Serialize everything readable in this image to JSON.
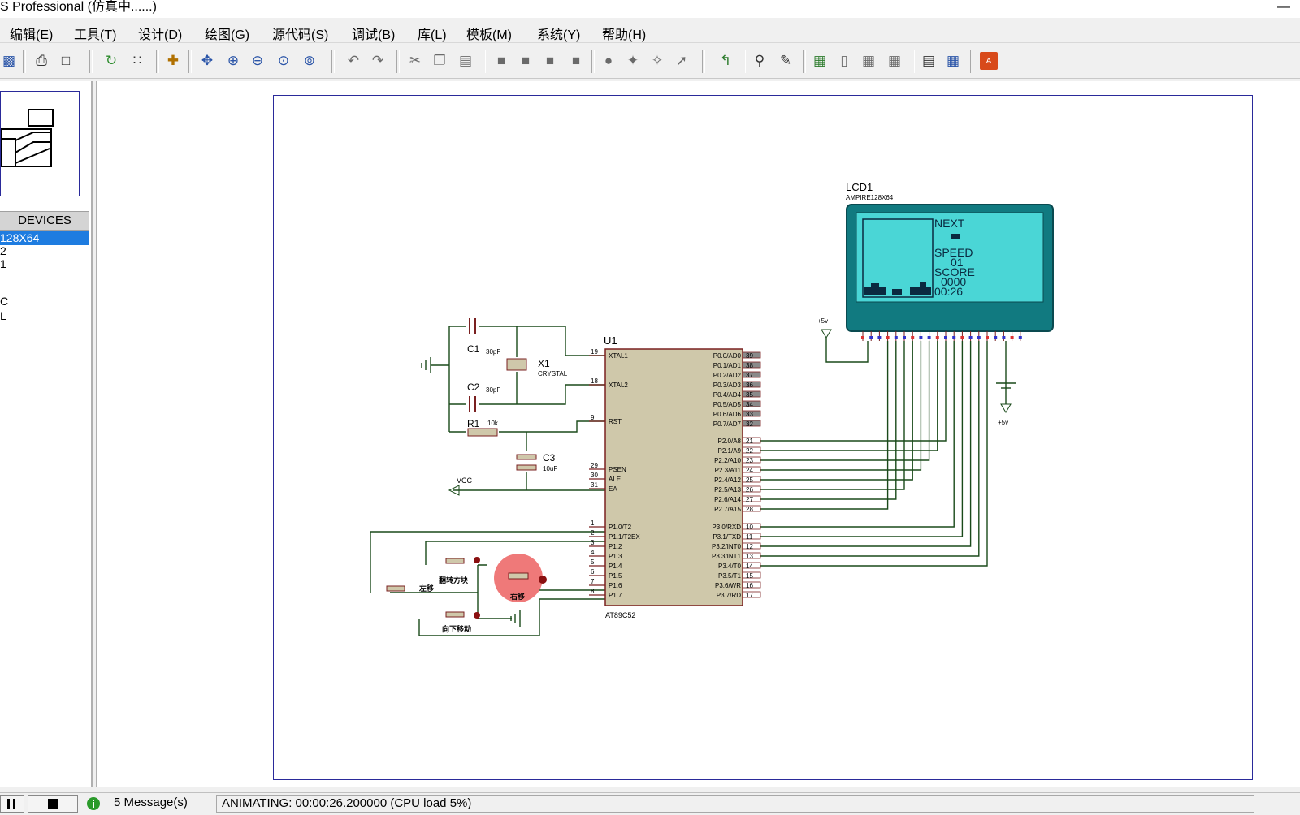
{
  "window": {
    "title": "S Professional (仿真中......)",
    "minimize_glyph": "—"
  },
  "menu": [
    "编辑(E)",
    "工具(T)",
    "设计(D)",
    "绘图(G)",
    "源代码(S)",
    "调试(B)",
    "库(L)",
    "模板(M)",
    "系统(Y)",
    "帮助(H)"
  ],
  "toolbar_icons": [
    "print-icon",
    "page-setup-icon",
    "refresh-icon",
    "grid-icon",
    "origin-icon",
    "pan-icon",
    "zoom-in-icon",
    "zoom-out-icon",
    "zoom-all-icon",
    "zoom-area-icon",
    "undo-icon",
    "redo-icon",
    "cut-icon",
    "copy-icon",
    "paste-icon",
    "block-copy-icon",
    "block-move-icon",
    "block-rotate-icon",
    "block-delete-icon",
    "pick-device-icon",
    "make-device-icon",
    "packaging-icon",
    "decompose-icon",
    "wire-autorouter-icon",
    "search-icon",
    "property-assign-icon",
    "netlist-icon",
    "bill-of-materials-icon",
    "electrical-check-icon",
    "netlist-ares-icon",
    "design-explorer-icon",
    "ares-icon"
  ],
  "devices": {
    "header": "DEVICES",
    "items": [
      "128X64",
      "2",
      "1",
      "",
      "C",
      "L"
    ],
    "selected_index": 0
  },
  "schematic": {
    "lcd": {
      "ref": "LCD1",
      "part": "AMPIRE128X64",
      "screen": {
        "next": "NEXT",
        "speed_label": "SPEED",
        "speed_value": "01",
        "score_label": "SCORE",
        "score_value": "0000",
        "time": "00:26"
      }
    },
    "mcu": {
      "ref": "U1",
      "part": "AT89C52",
      "left_pins": [
        {
          "num": "19",
          "name": "XTAL1"
        },
        {
          "num": "18",
          "name": "XTAL2"
        },
        {
          "num": "9",
          "name": "RST"
        },
        {
          "num": "29",
          "name": "PSEN"
        },
        {
          "num": "30",
          "name": "ALE"
        },
        {
          "num": "31",
          "name": "EA"
        },
        {
          "num": "1",
          "name": "P1.0/T2"
        },
        {
          "num": "2",
          "name": "P1.1/T2EX"
        },
        {
          "num": "3",
          "name": "P1.2"
        },
        {
          "num": "4",
          "name": "P1.3"
        },
        {
          "num": "5",
          "name": "P1.4"
        },
        {
          "num": "6",
          "name": "P1.5"
        },
        {
          "num": "7",
          "name": "P1.6"
        },
        {
          "num": "8",
          "name": "P1.7"
        }
      ],
      "right_pins": [
        {
          "num": "39",
          "name": "P0.0/AD0"
        },
        {
          "num": "38",
          "name": "P0.1/AD1"
        },
        {
          "num": "37",
          "name": "P0.2/AD2"
        },
        {
          "num": "36",
          "name": "P0.3/AD3"
        },
        {
          "num": "35",
          "name": "P0.4/AD4"
        },
        {
          "num": "34",
          "name": "P0.5/AD5"
        },
        {
          "num": "33",
          "name": "P0.6/AD6"
        },
        {
          "num": "32",
          "name": "P0.7/AD7"
        },
        {
          "num": "21",
          "name": "P2.0/A8"
        },
        {
          "num": "22",
          "name": "P2.1/A9"
        },
        {
          "num": "23",
          "name": "P2.2/A10"
        },
        {
          "num": "24",
          "name": "P2.3/A11"
        },
        {
          "num": "25",
          "name": "P2.4/A12"
        },
        {
          "num": "26",
          "name": "P2.5/A13"
        },
        {
          "num": "27",
          "name": "P2.6/A14"
        },
        {
          "num": "28",
          "name": "P2.7/A15"
        },
        {
          "num": "10",
          "name": "P3.0/RXD"
        },
        {
          "num": "11",
          "name": "P3.1/TXD"
        },
        {
          "num": "12",
          "name": "P3.2/INT0"
        },
        {
          "num": "13",
          "name": "P3.3/INT1"
        },
        {
          "num": "14",
          "name": "P3.4/T0"
        },
        {
          "num": "15",
          "name": "P3.5/T1"
        },
        {
          "num": "16",
          "name": "P3.6/WR"
        },
        {
          "num": "17",
          "name": "P3.7/RD"
        }
      ]
    },
    "components": {
      "c1": {
        "ref": "C1",
        "value": "30pF"
      },
      "c2": {
        "ref": "C2",
        "value": "30pF"
      },
      "x1": {
        "ref": "X1",
        "value": "CRYSTAL"
      },
      "r1": {
        "ref": "R1",
        "value": "10k"
      },
      "c3": {
        "ref": "C3",
        "value": "10uF"
      },
      "vcc": "VCC",
      "plus5v_a": "+5v",
      "plus5v_b": "+5v"
    },
    "buttons": {
      "rotate": "翻转方块",
      "left": "左移",
      "right": "右移",
      "down": "向下移动"
    }
  },
  "status": {
    "messages": "5 Message(s)",
    "animating": "ANIMATING: 00:00:26.200000 (CPU load 5%)"
  }
}
